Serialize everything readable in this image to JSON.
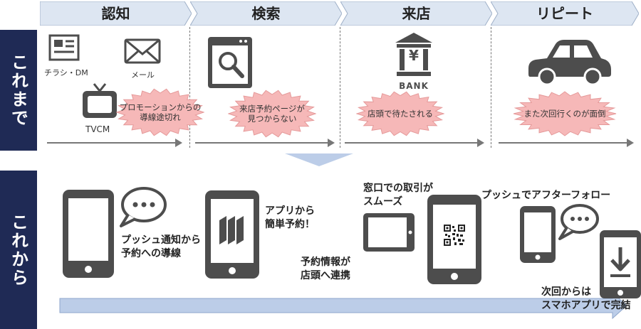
{
  "sections": {
    "before_label": "これまで",
    "after_label": "これから"
  },
  "stages": [
    {
      "label": "認知"
    },
    {
      "label": "検索"
    },
    {
      "label": "来店"
    },
    {
      "label": "リピート"
    }
  ],
  "before": {
    "flyer_caption": "チラシ・DM",
    "mail_caption": "メール",
    "tv_caption": "TVCM",
    "bank_text": "BANK",
    "bank_symbol": "¥",
    "pain_points": [
      "プロモーションからの\n導線途切れ",
      "来店予約ページが\n見つからない",
      "店頭で待たされる",
      "また次回行くのが面倒"
    ]
  },
  "after": {
    "push_notice": "プッシュ通知から\n予約への導線",
    "app_booking": "アプリから\n簡単予約！",
    "info_link": "予約情報が\n店頭へ連携",
    "smooth_counter": "窓口での取引が\nスムーズ",
    "push_follow": "プッシュでアフターフォロー",
    "app_complete": "次回からは\nスマホアプリで完結"
  },
  "colors": {
    "sidebar": "#1f2a55",
    "stage_fill": "#dde6f2",
    "burst_fill": "#f6b8b8",
    "icon": "#4d4d4d",
    "big_arrow": "#bccde8"
  }
}
